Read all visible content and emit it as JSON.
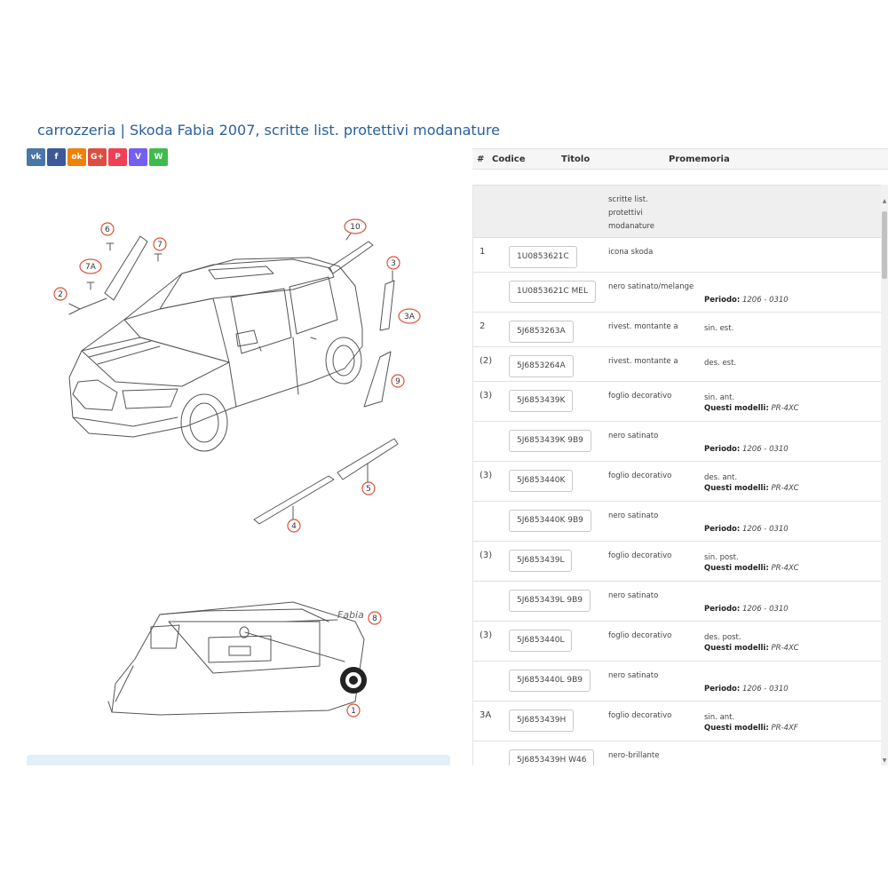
{
  "page": {
    "title": "carrozzeria | Skoda Fabia 2007, scritte list. protettivi modanature"
  },
  "share": [
    {
      "label": "vk",
      "icon": "vk-icon",
      "color": "#4a76a8"
    },
    {
      "label": "f",
      "icon": "facebook-icon",
      "color": "#3b5998"
    },
    {
      "label": "ok",
      "icon": "odnoklassniki-icon",
      "color": "#ee8208"
    },
    {
      "label": "G+",
      "icon": "google-plus-icon",
      "color": "#dc4e41"
    },
    {
      "label": "P",
      "icon": "pocket-icon",
      "color": "#ef4056"
    },
    {
      "label": "V",
      "icon": "viber-icon",
      "color": "#7360f2"
    },
    {
      "label": "W",
      "icon": "whatsapp-icon",
      "color": "#3fbb4d"
    }
  ],
  "diagram": {
    "callouts": [
      "6",
      "7",
      "7A",
      "2",
      "10",
      "3",
      "3A",
      "9",
      "5",
      "4",
      "8",
      "1"
    ],
    "badge_text": "Fabia"
  },
  "table": {
    "headers": {
      "num": "#",
      "code": "Codice",
      "title": "Titolo",
      "note": "Promemoria"
    },
    "group_title": "scritte list. protettivi modanature",
    "labels": {
      "period": "Periodo:",
      "models": "Questi modelli:"
    },
    "rows": [
      {
        "num": "1",
        "code": "1U0853621C",
        "title": "icona skoda",
        "note": "",
        "period": "",
        "models": ""
      },
      {
        "num": "",
        "code": "1U0853621C MEL",
        "title": "nero satinato/melange",
        "note": "",
        "period": "1206 - 0310",
        "models": ""
      },
      {
        "num": "2",
        "code": "5J6853263A",
        "title": "rivest. montante a",
        "note": "sin. est.",
        "period": "",
        "models": ""
      },
      {
        "num": "(2)",
        "code": "5J6853264A",
        "title": "rivest. montante a",
        "note": "des. est.",
        "period": "",
        "models": ""
      },
      {
        "num": "(3)",
        "code": "5J6853439K",
        "title": "foglio decorativo",
        "note": "sin. ant.",
        "period": "",
        "models": "PR-4XC"
      },
      {
        "num": "",
        "code": "5J6853439K 9B9",
        "title": "nero satinato",
        "note": "",
        "period": "1206 - 0310",
        "models": ""
      },
      {
        "num": "(3)",
        "code": "5J6853440K",
        "title": "foglio decorativo",
        "note": "des. ant.",
        "period": "",
        "models": "PR-4XC"
      },
      {
        "num": "",
        "code": "5J6853440K 9B9",
        "title": "nero satinato",
        "note": "",
        "period": "1206 - 0310",
        "models": ""
      },
      {
        "num": "(3)",
        "code": "5J6853439L",
        "title": "foglio decorativo",
        "note": "sin. post.",
        "period": "",
        "models": "PR-4XC"
      },
      {
        "num": "",
        "code": "5J6853439L 9B9",
        "title": "nero satinato",
        "note": "",
        "period": "1206 - 0310",
        "models": ""
      },
      {
        "num": "(3)",
        "code": "5J6853440L",
        "title": "foglio decorativo",
        "note": "des. post.",
        "period": "",
        "models": "PR-4XC"
      },
      {
        "num": "",
        "code": "5J6853440L 9B9",
        "title": "nero satinato",
        "note": "",
        "period": "1206 - 0310",
        "models": ""
      },
      {
        "num": "3A",
        "code": "5J6853439H",
        "title": "foglio decorativo",
        "note": "sin. ant.",
        "period": "",
        "models": "PR-4XF"
      },
      {
        "num": "",
        "code": "5J6853439H W46",
        "title": "nero-brillante",
        "note": "",
        "period": "",
        "models": ""
      }
    ]
  }
}
